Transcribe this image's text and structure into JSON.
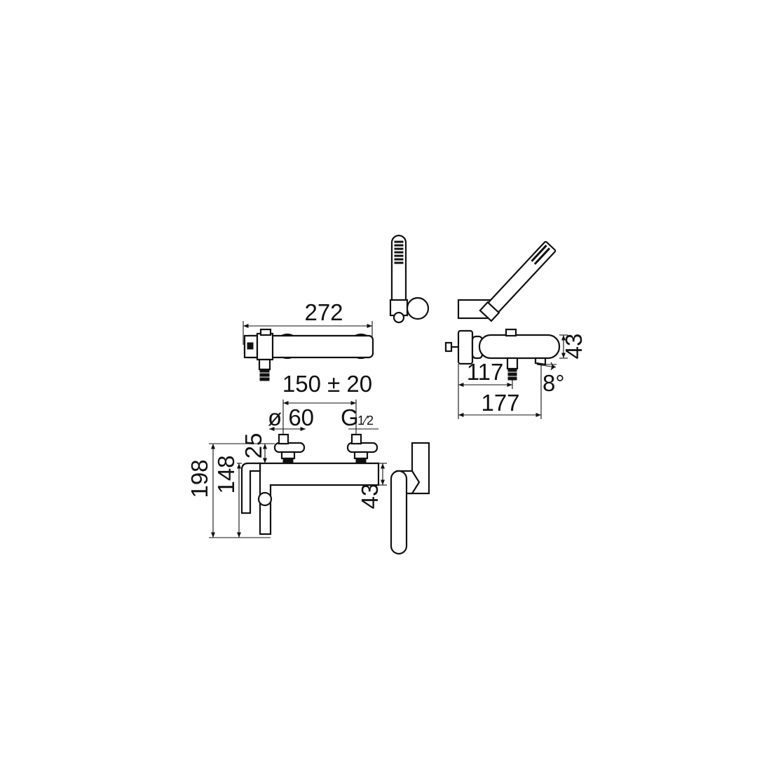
{
  "dimensions": {
    "overall_length": "272",
    "center_distance": "150 ± 20",
    "flange_diameter": "ø 60",
    "thread": "G",
    "thread_fraction": "1⁄2",
    "total_height": "198",
    "spout_height": "148",
    "connector_height": "25",
    "body_height_front": "43",
    "body_height_side": "43",
    "spout_projection": "117",
    "total_projection": "177",
    "spout_angle": "8°"
  }
}
